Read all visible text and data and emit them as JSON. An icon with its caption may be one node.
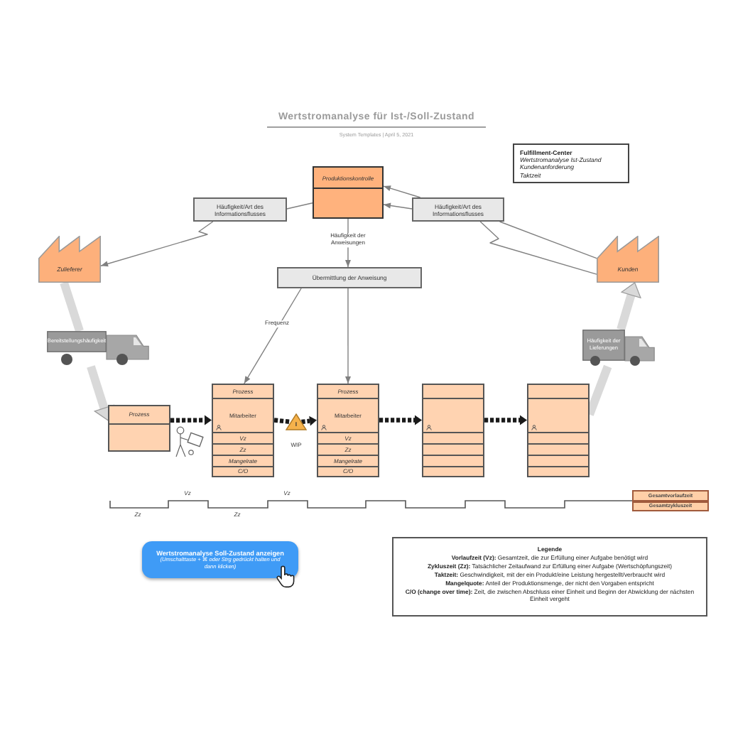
{
  "diagram": {
    "title": "Wertstromanalyse für Ist-/Soll-Zustand",
    "nodes": [
      {
        "text": [
          "Fulfillment-Center",
          "Wertstromanalyse Ist-Zustand",
          "Kundenanforderung",
          "Taktzeit"
        ]
      },
      {
        "text": [
          "Produktionskontrolle"
        ]
      },
      {
        "text": [
          "Häufigkeit/Art des Informationsflusses"
        ]
      },
      {
        "text": [
          "Häufigkeit/Art des Informationsflusses"
        ]
      },
      {
        "text": [
          "Zulieferer"
        ]
      },
      {
        "text": [
          "Kunden"
        ]
      },
      {
        "text": [
          "Übermittlung der Anweisung"
        ]
      },
      {
        "text": [
          "Bereitstellungshäufigkeit"
        ]
      },
      {
        "text": [
          "Häufigkeit der Lieferungen"
        ]
      },
      {
        "text": [
          "Prozess"
        ]
      },
      {
        "text": [
          "Prozess",
          "Mitarbeiter",
          "Vz",
          "Zz",
          "Mangelrate",
          "C/O"
        ]
      },
      {
        "text": [
          "I"
        ],
        "beside": [
          "WIP"
        ]
      },
      {
        "text": [
          "Prozess",
          "Mitarbeiter",
          "Vz",
          "Zz",
          "Mangelrate",
          "C/O"
        ]
      },
      {
        "text": [],
        "shape": "box"
      },
      {
        "text": [],
        "shape": "box"
      },
      {
        "text": [
          "Gesamtvorlaufzeit"
        ]
      },
      {
        "text": [
          "Gesamtzykluszeit"
        ]
      },
      {
        "text": [
          "Wertstromanalyse Soll-Zustand anzeigen",
          "(Umschalttaste + ⌘ oder Strg gedrückt halten und dann klicken)"
        ]
      },
      {
        "text": [
          "Legende",
          "**Vorlaufzeit (Vz):** Gesamtzeit, die zur Erfüllung einer Aufgabe benötigt wird",
          "**Zykluszeit (Zz):** Tatsächlicher Zeitaufwand zur Erfüllung einer Aufgabe (Wertschöpfungszeit)",
          "**Taktzeit:** Geschwindigkeit, mit der ein Produkt/eine Leistung hergestellt/verbraucht wird",
          "**Mangelquote:** Anteil der Produktionsmenge, der nicht den Vorgaben entspricht",
          "**C/O (change over time):** Zeit, die zwischen Abschluss einer Einheit und Beginn der Abwicklung der nächsten Einheit vergeht"
        ]
      }
    ],
    "edges": [
      {
        "from": 1,
        "to": 2,
        "arrow": "none"
      },
      {
        "from": 2,
        "to": 4,
        "arrow": "to"
      },
      {
        "from": 5,
        "to": 3,
        "arrow": "none"
      },
      {
        "from": 5,
        "to": 3,
        "arrow": "none"
      },
      {
        "from": 3,
        "to": 1,
        "arrow": "to"
      },
      {
        "from": 3,
        "to": 1,
        "arrow": "to"
      },
      {
        "from": 1,
        "to": 6,
        "arrow": "to",
        "label": "Häufigkeit der Anweisungen"
      },
      {
        "from": 6,
        "to": 10,
        "arrow": "to",
        "label": "Frequenz"
      },
      {
        "from": 6,
        "to": 12,
        "arrow": "to"
      },
      {
        "from": 4,
        "to": 7,
        "arrow": "none",
        "style": "thick",
        "color": "#d9d9d9"
      },
      {
        "from": 7,
        "to": 9,
        "arrow": "to",
        "style": "thick",
        "color": "#d9d9d9"
      },
      {
        "from": 9,
        "to": 10,
        "arrow": "to",
        "style": "dashed",
        "color": "#1a1a1a"
      },
      {
        "from": 10,
        "to": 11,
        "arrow": "none",
        "style": "dashed",
        "color": "#1a1a1a"
      },
      {
        "from": 11,
        "to": 12,
        "arrow": "to",
        "style": "dashed",
        "color": "#1a1a1a"
      },
      {
        "from": 12,
        "to": 13,
        "arrow": "to",
        "style": "dashed",
        "color": "#1a1a1a"
      },
      {
        "from": 13,
        "to": 14,
        "arrow": "to",
        "style": "dashed",
        "color": "#1a1a1a"
      },
      {
        "from": 14,
        "to": 8,
        "arrow": "none",
        "style": "thick",
        "color": "#d9d9d9"
      },
      {
        "from": 8,
        "to": 5,
        "arrow": "to",
        "style": "thick",
        "color": "#d9d9d9"
      }
    ],
    "labels": [
      "System Templates | April 5, 2021",
      "Vz",
      "Vz",
      "Zz",
      "Zz"
    ]
  }
}
